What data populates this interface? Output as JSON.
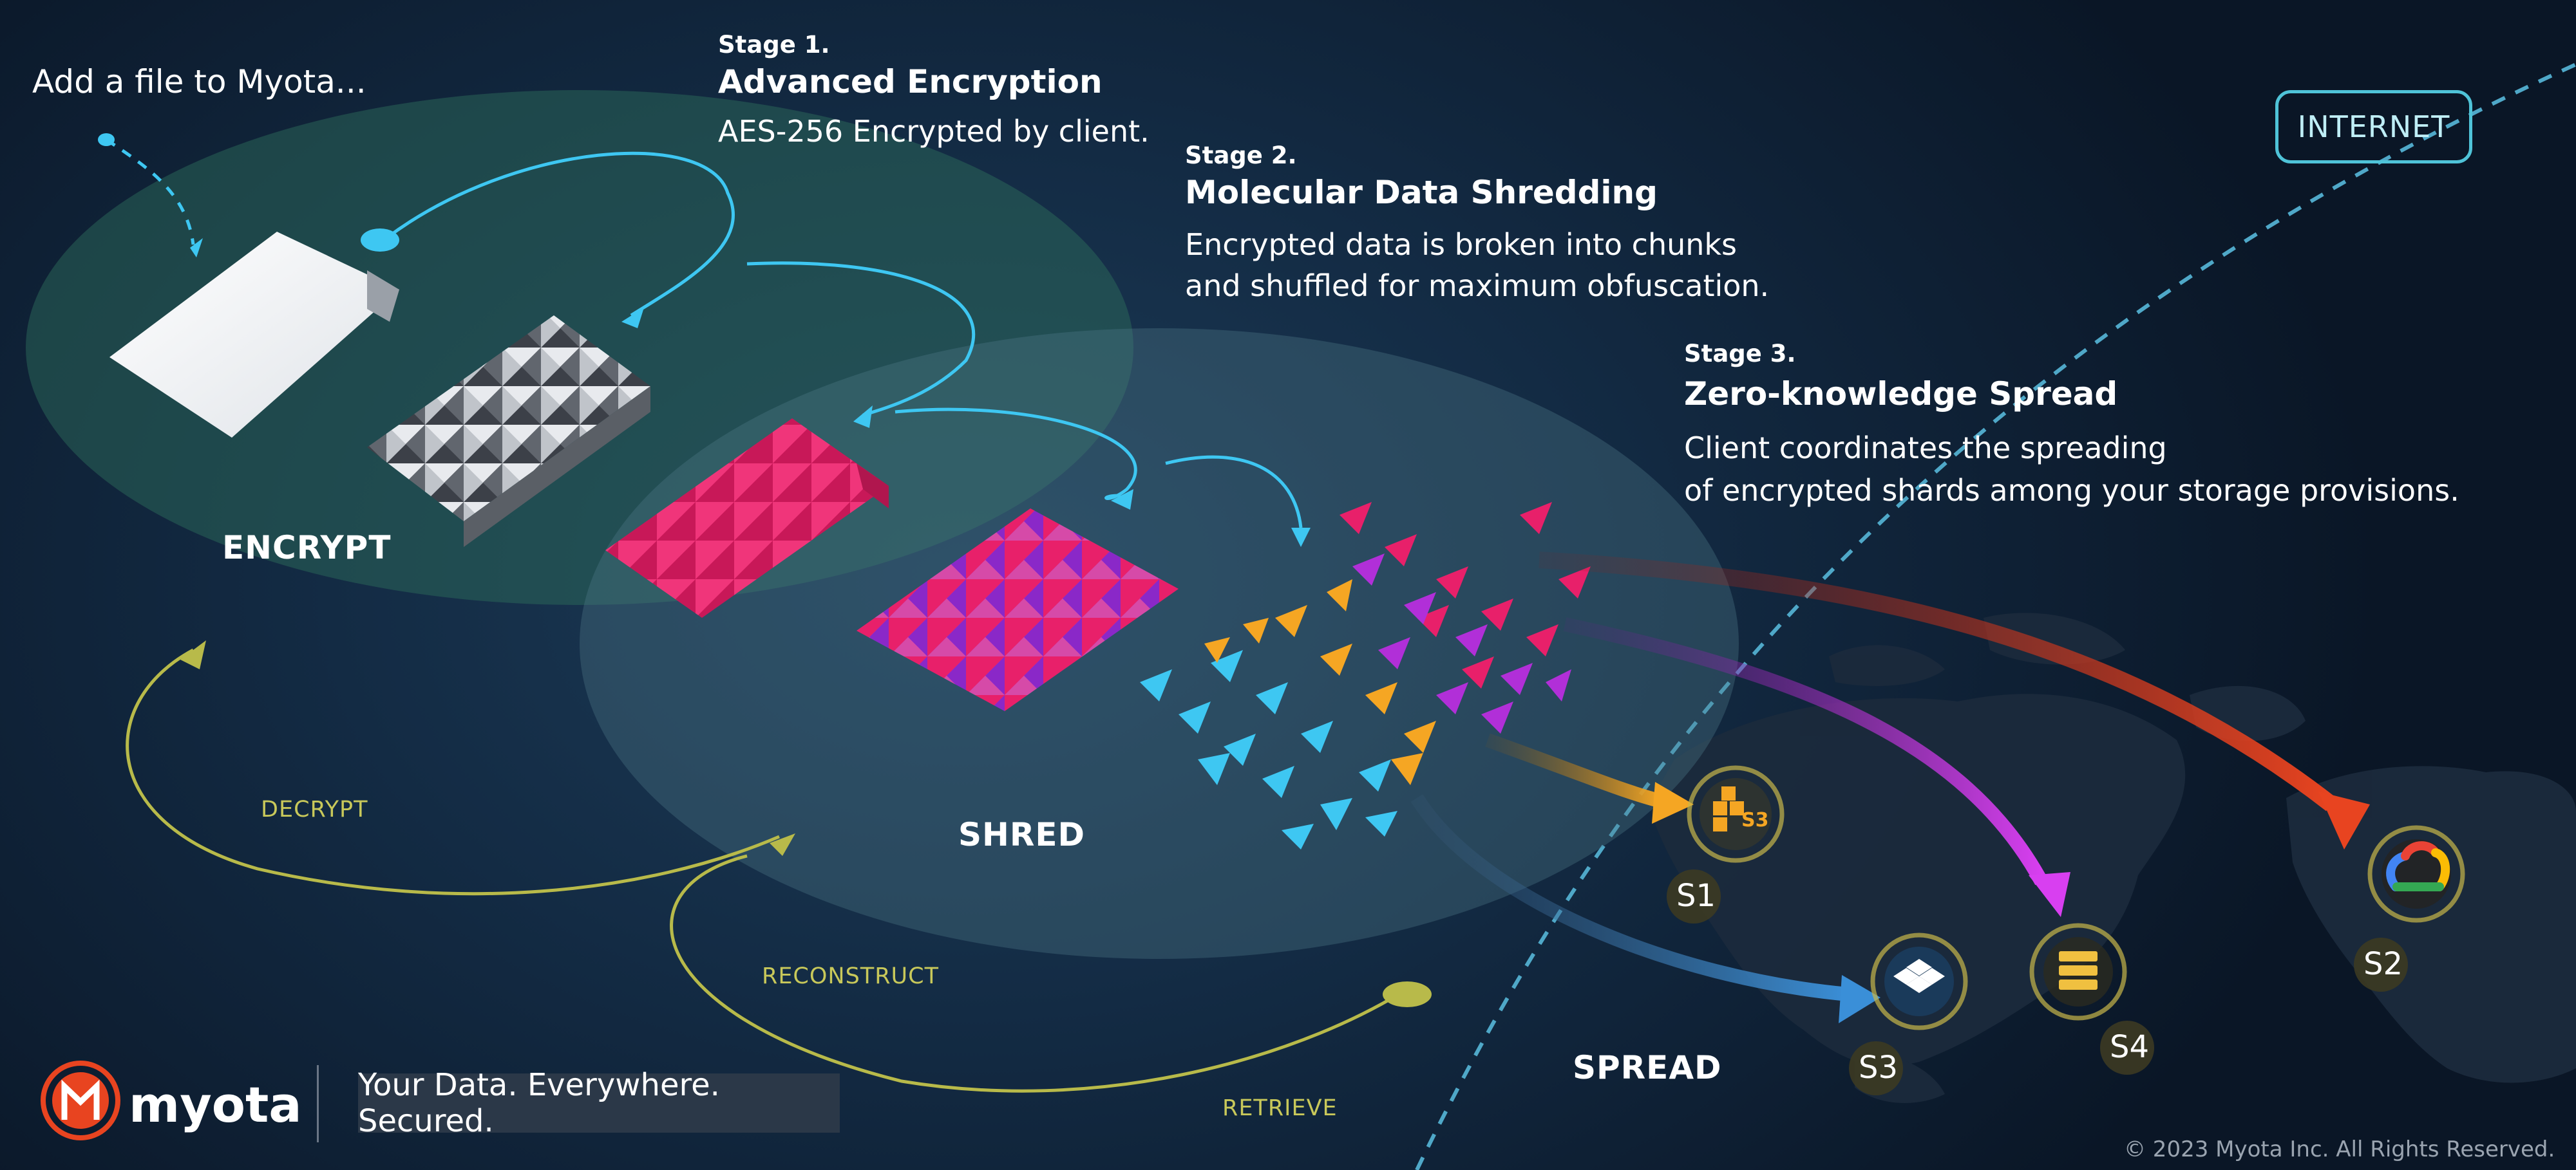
{
  "intro": "Add a file to Myota...",
  "stages": [
    {
      "label": "Stage 1.",
      "title": "Advanced Encryption",
      "desc": [
        "AES-256 Encrypted by client."
      ]
    },
    {
      "label": "Stage 2.",
      "title": "Molecular Data Shredding",
      "desc": [
        "Encrypted data is broken into chunks",
        "and shuffled for maximum obfuscation."
      ]
    },
    {
      "label": "Stage 3.",
      "title": "Zero-knowledge Spread",
      "desc": [
        "Client coordinates the spreading",
        "of encrypted shards among your storage provisions."
      ]
    }
  ],
  "phases": {
    "encrypt": "ENCRYPT",
    "shred": "SHRED",
    "spread": "SPREAD"
  },
  "cycle": {
    "decrypt": "DECRYPT",
    "reconstruct": "RECONSTRUCT",
    "retrieve": "RETRIEVE"
  },
  "internet": "INTERNET",
  "storage": [
    {
      "id": "S1",
      "icon": "aws-s3-icon",
      "icon_text": "S3",
      "color": "#f5a623"
    },
    {
      "id": "S2",
      "icon": "google-cloud-icon",
      "color": "#ea4335"
    },
    {
      "id": "S3",
      "icon": "dropbox-icon",
      "color": "#3a8fd8"
    },
    {
      "id": "S4",
      "icon": "server-icon",
      "color": "#f0c040"
    }
  ],
  "brand": {
    "logo_letter": "M",
    "name": "myota",
    "tagline": "Your Data. Everywhere. Secured."
  },
  "copyright": "© 2023 Myota Inc. All Rights Reserved.",
  "colors": {
    "accent_teal": "#4fc3d8",
    "pink": "#e8206a",
    "magenta": "#b12fd8",
    "orange": "#f5a623",
    "cyan": "#3ec7f2",
    "red": "#e84420",
    "cycle_olive": "#b8ba4a"
  }
}
